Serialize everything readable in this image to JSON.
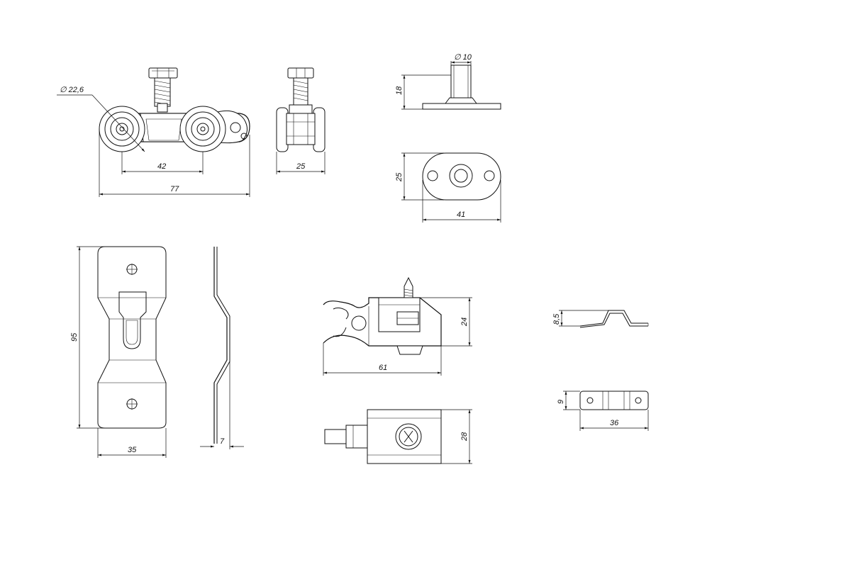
{
  "dims": {
    "d_wheel": "∅ 22,6",
    "w_42": "42",
    "w_77": "77",
    "w_25_side": "25",
    "d_pin": "∅ 10",
    "h_18": "18",
    "h_25_plate": "25",
    "w_41": "41",
    "h_95": "95",
    "w_35": "35",
    "w_7": "7",
    "h_24": "24",
    "w_61": "61",
    "h_28": "28",
    "h_8_5": "8,5",
    "h_9": "9",
    "w_36": "36"
  }
}
